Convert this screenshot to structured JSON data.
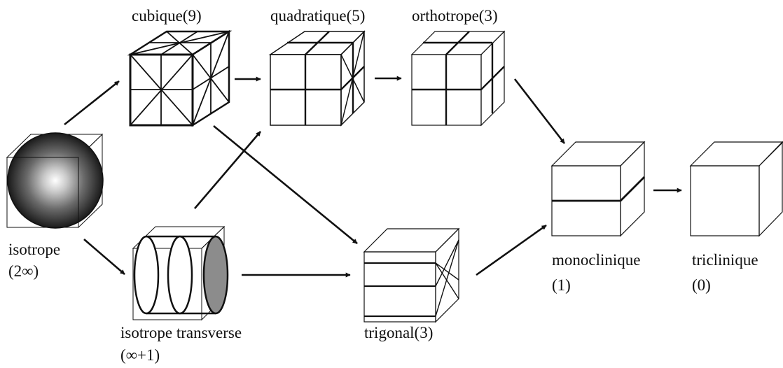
{
  "nodes": {
    "cubique": {
      "label": "cubique(9)"
    },
    "quadratique": {
      "label": "quadratique(5)"
    },
    "orthotrope": {
      "label": "orthotrope(3)"
    },
    "isotrope": {
      "label_line1": "isotrope",
      "label_line2": "(2∞)"
    },
    "isotrope_transverse": {
      "label_line1": "isotrope transverse",
      "label_line2": "(∞+1)"
    },
    "trigonal": {
      "label": "trigonal(3)"
    },
    "monoclinique": {
      "label_line1": "monoclinique",
      "label_line2": "(1)"
    },
    "triclinique": {
      "label_line1": "triclinique",
      "label_line2": "(0)"
    }
  },
  "edges": [
    {
      "from": "isotrope",
      "to": "cubique"
    },
    {
      "from": "isotrope",
      "to": "isotrope_transverse"
    },
    {
      "from": "cubique",
      "to": "quadratique"
    },
    {
      "from": "cubique",
      "to": "trigonal"
    },
    {
      "from": "quadratique",
      "to": "orthotrope"
    },
    {
      "from": "isotrope_transverse",
      "to": "quadratique"
    },
    {
      "from": "isotrope_transverse",
      "to": "trigonal"
    },
    {
      "from": "orthotrope",
      "to": "monoclinique"
    },
    {
      "from": "trigonal",
      "to": "monoclinique"
    },
    {
      "from": "monoclinique",
      "to": "triclinique"
    }
  ],
  "colors": {
    "stroke": "#111111",
    "background": "#ffffff",
    "cylinder_end": "#8c8c8c"
  }
}
